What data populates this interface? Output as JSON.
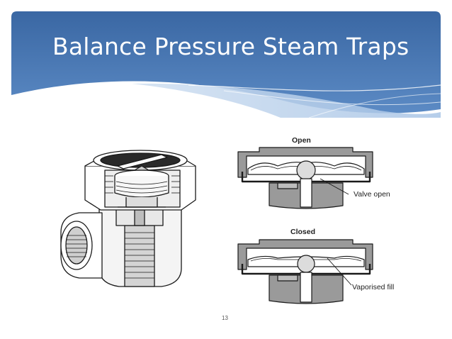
{
  "slide": {
    "title": "Balance Pressure Steam Traps",
    "page_number": "13"
  },
  "diagram": {
    "open_label": "Open",
    "closed_label": "Closed",
    "valve_open_label": "Valve open",
    "vaporised_fill_label": "Vaporised fill"
  },
  "colors": {
    "header_dark": "#3c6aa5",
    "header_light": "#9fbde0",
    "part_gray": "#9a9a9a",
    "part_light": "#d9d9d9",
    "line": "#1a1a1a"
  }
}
